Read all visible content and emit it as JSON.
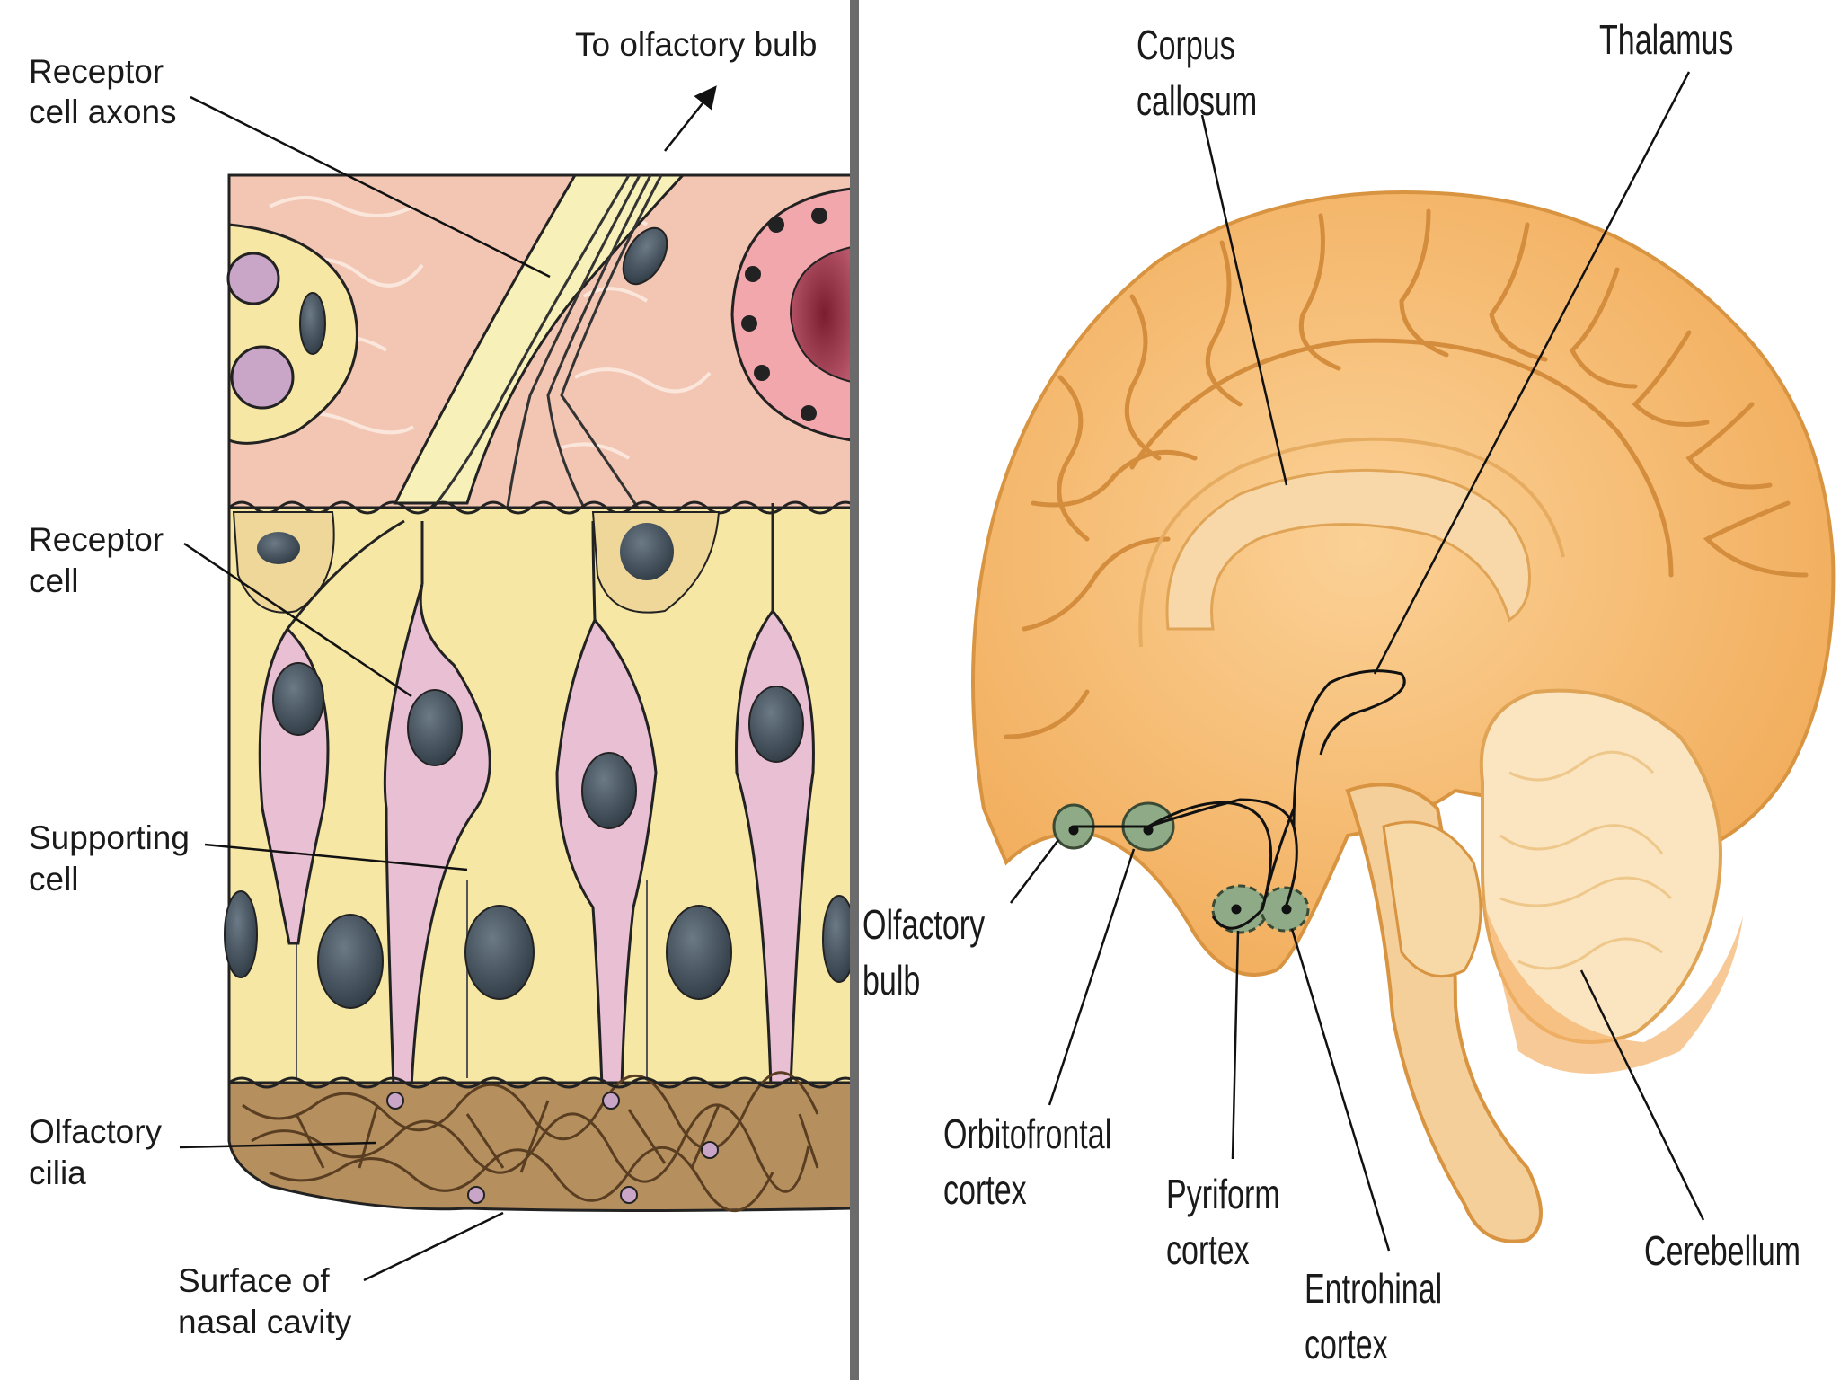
{
  "left_panel": {
    "labels": {
      "receptor_axons": [
        "Receptor",
        "cell axons"
      ],
      "to_bulb": "To olfactory bulb",
      "receptor_cell": [
        "Receptor",
        "cell"
      ],
      "supporting_cell": [
        "Supporting",
        "cell"
      ],
      "olfactory_cilia": [
        "Olfactory",
        "cilia"
      ],
      "nasal_surface": [
        "Surface of",
        "nasal cavity"
      ]
    }
  },
  "right_panel": {
    "labels": {
      "corpus_callosum": [
        "Corpus",
        "callosum"
      ],
      "thalamus": "Thalamus",
      "olfactory_bulb": [
        "Olfactory",
        "bulb"
      ],
      "orbitofrontal": [
        "Orbitofrontal",
        "cortex"
      ],
      "pyriform": [
        "Pyriform",
        "cortex"
      ],
      "entrohinal": [
        "Entrohinal",
        "cortex"
      ],
      "cerebellum": "Cerebellum"
    }
  },
  "colors": {
    "divider": "#6b6b6b",
    "tissue_pink": "#f2c6b2",
    "epithelium_yellow": "#f7e7a4",
    "receptor_pink": "#e9bfd4",
    "nucleus": "#4a5560",
    "brain_orange": "#f6b96b",
    "brainstem": "#f4cf9a",
    "cerebellum": "#fbe5c0",
    "olfactory_green": "#8faa86"
  }
}
